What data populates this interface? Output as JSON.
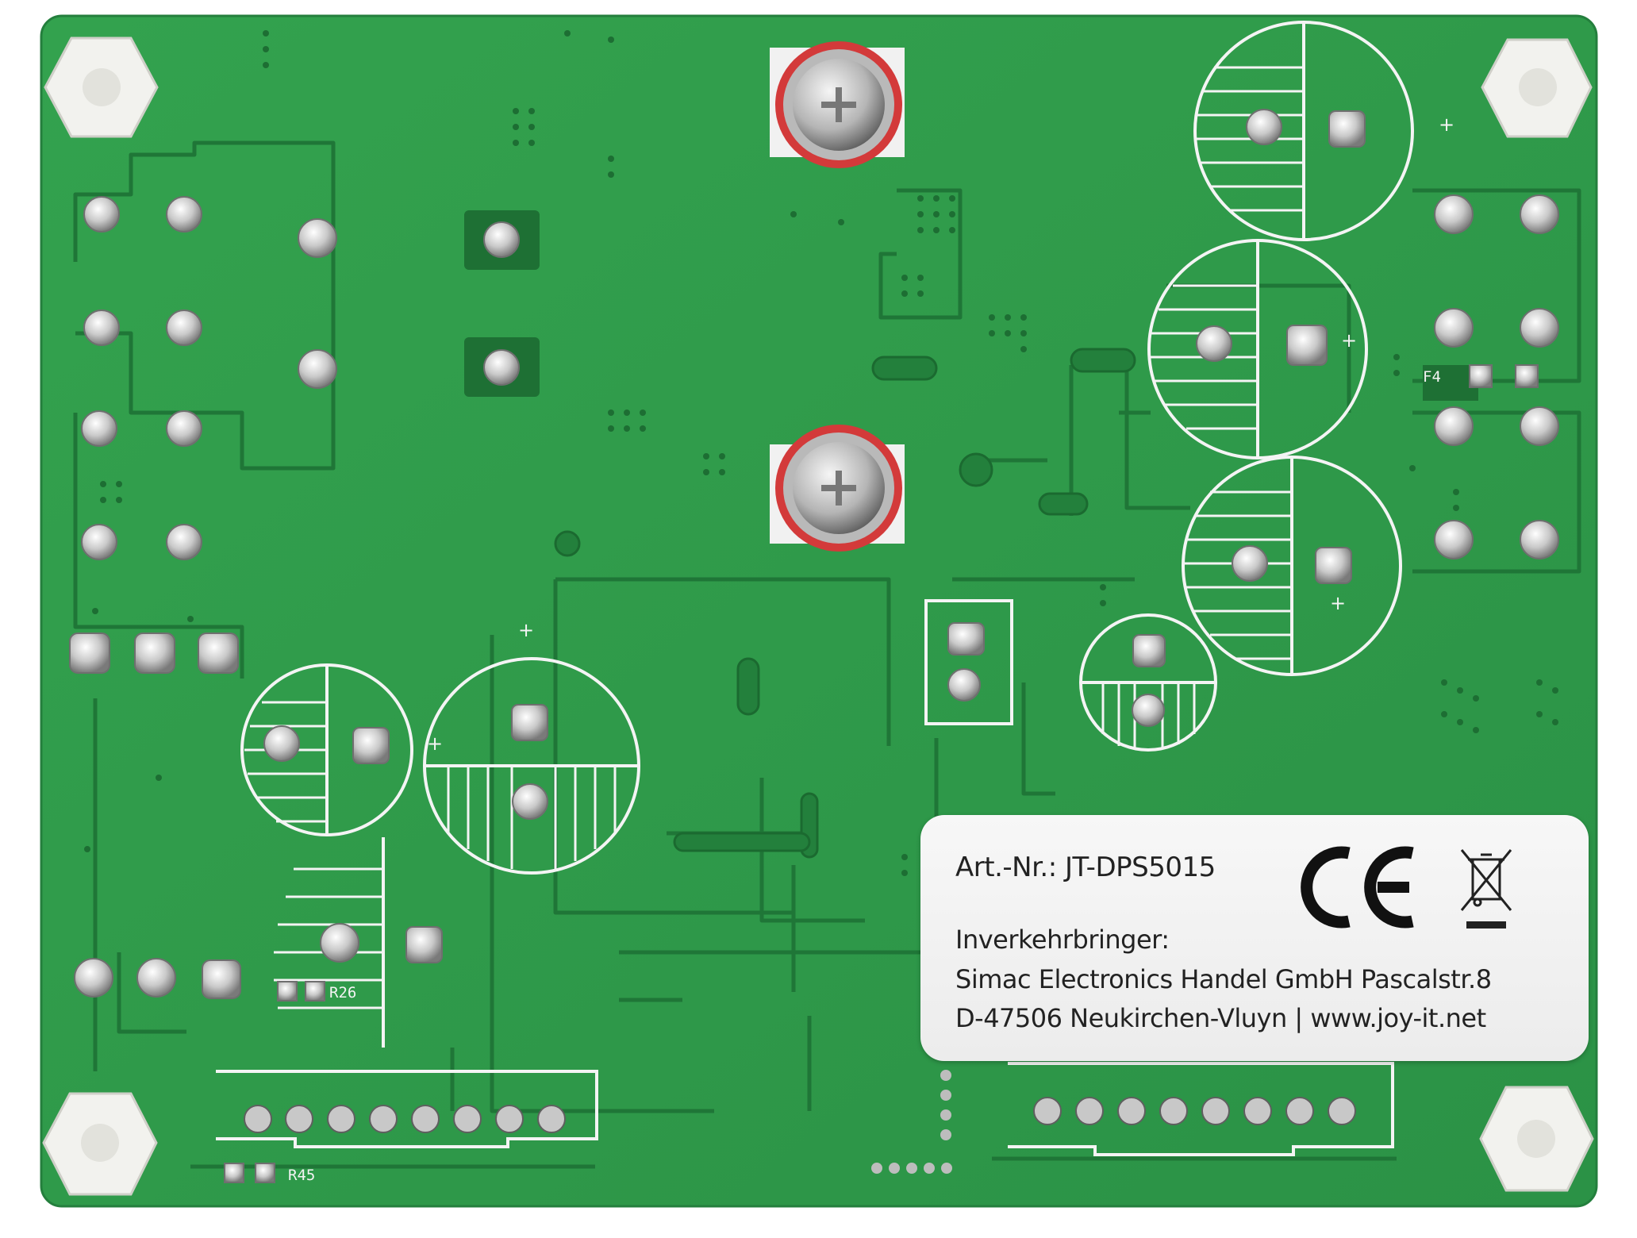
{
  "photo": {
    "subject": "pcb-back-side",
    "colors": {
      "board": "#2f9a4a",
      "board_edge": "#2a8d44",
      "trace": "#23803c",
      "trace_dark": "#1d6e33",
      "silkscreen": "#f4f4f4",
      "spacer": "#f2f2ee",
      "terminal_ring": "#d33a3a",
      "solder": "#c8c8c8"
    }
  },
  "label": {
    "art_nr": "Art.-Nr.: JT-DPS5015",
    "heading": "Inverkehrbringer:",
    "line1": "Simac Electronics Handel GmbH Pascalstr.8",
    "line2": "D-47506 Neukirchen-Vluyn | www.joy-it.net"
  },
  "silkscreen": {
    "f4": "F4",
    "r26": "R26",
    "r45": "R45",
    "plus": "+"
  },
  "icons": [
    "ce-mark-icon",
    "weee-crossed-bin-icon",
    "screw-terminal-icon",
    "nylon-spacer-icon",
    "capacitor-outline-icon",
    "header-pin-icon"
  ]
}
